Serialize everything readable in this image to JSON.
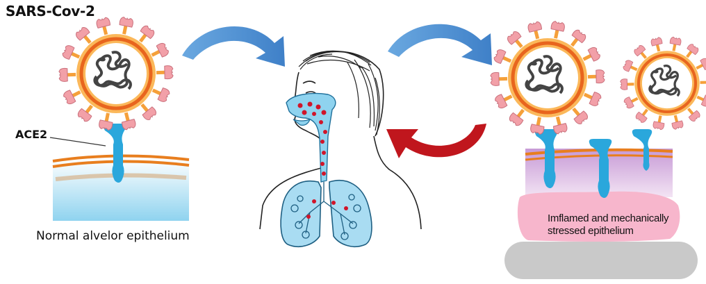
{
  "labels": {
    "virus": "SARS-Cov-2",
    "receptor": "ACE2",
    "normal": "Normal alvelor epithelium",
    "inflamed_line1": "Imflamed and mechanically",
    "inflamed_line2": "stressed epithelium"
  },
  "colors": {
    "virus_halo": "#f5a03a",
    "virus_ring": "#e8651e",
    "spike": "#f2a0a8",
    "receptor": "#2aa7dc",
    "membrane": "#e87e1e",
    "alveolus_fill": "#bfe7f5",
    "inflamed_fill": "#d9b9e3",
    "inflamed_overlay": "#f7b6cc",
    "substrate": "#c9c9c9",
    "blue_arrow": "#4a8fd0",
    "red_arrow": "#c0161d"
  }
}
